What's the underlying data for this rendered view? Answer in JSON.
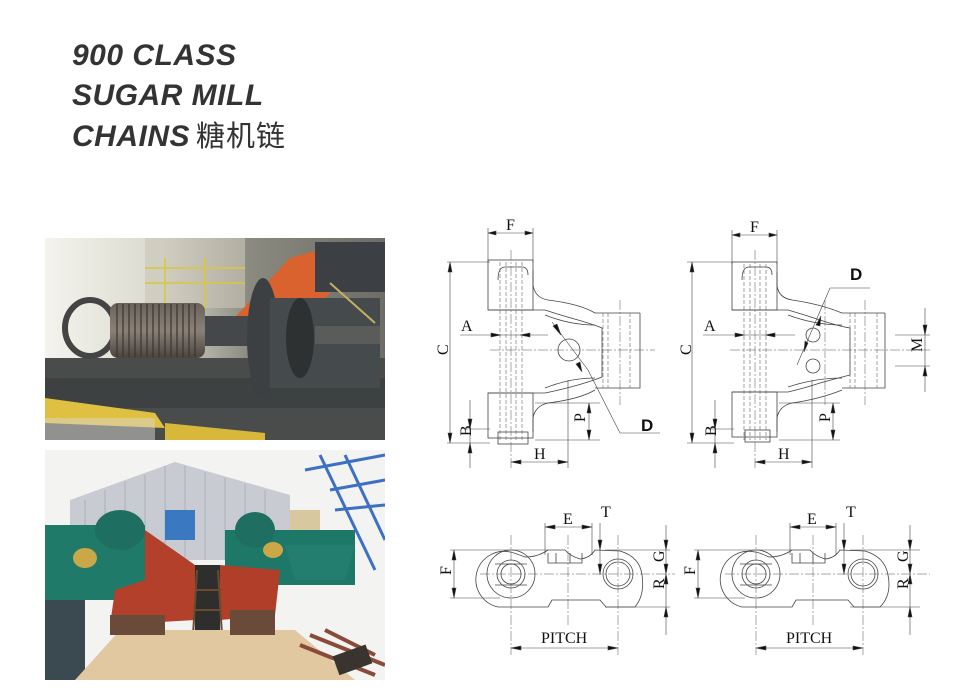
{
  "title": {
    "line1": "900 CLASS",
    "line2": "SUGAR MILL",
    "line3": "CHAINS",
    "chinese": "糖机链"
  },
  "photos": [
    {
      "description": "sugar mill roller shaft on workshop machine bed"
    },
    {
      "description": "sugar mill cane carrier installation with red chutes and green hoppers"
    }
  ],
  "diagrams": {
    "top_left": {
      "labels": {
        "F": "F",
        "A": "A",
        "C": "C",
        "B": "B",
        "H": "H",
        "P": "P",
        "D": "D"
      }
    },
    "top_right": {
      "labels": {
        "F": "F",
        "A": "A",
        "C": "C",
        "B": "B",
        "H": "H",
        "P": "P",
        "D": "D",
        "M": "M"
      }
    },
    "bottom_left": {
      "labels": {
        "E": "E",
        "T": "T",
        "F": "F",
        "G": "G",
        "R": "R",
        "PITCH": "PITCH"
      }
    },
    "bottom_right": {
      "labels": {
        "E": "E",
        "T": "T",
        "F": "F",
        "G": "G",
        "R": "R",
        "PITCH": "PITCH"
      }
    }
  },
  "colors": {
    "title_text": "#333333",
    "drawing_line": "#444444"
  }
}
